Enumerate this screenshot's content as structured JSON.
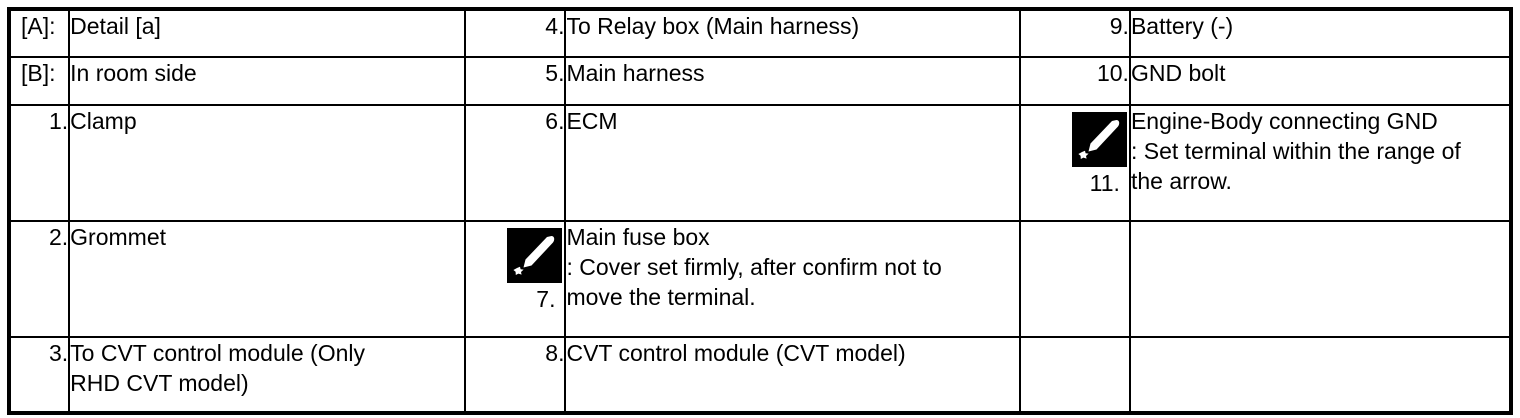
{
  "document": {
    "type": "parts-legend-table",
    "background_color": "#ffffff",
    "text_color": "#000000",
    "border_color": "#000000"
  },
  "icons": {
    "arrow_range": {
      "name": "black-arrow-range-icon",
      "description": "black square with white tapered arrow pointing up-right and small white dot at lower-left"
    }
  },
  "table": {
    "columns": 6,
    "rows": [
      {
        "col1_num": "[A]:",
        "col1_num_align": "left",
        "col1_text": [
          "Detail [a]"
        ],
        "col2_num": "4.",
        "col2_text": [
          "To Relay box (Main harness)"
        ],
        "col3_num": "9.",
        "col3_text": [
          "Battery (-)"
        ]
      },
      {
        "col1_num": "[B]:",
        "col1_num_align": "left",
        "col1_text": [
          "In room side"
        ],
        "col2_num": "5.",
        "col2_text": [
          "Main harness"
        ],
        "col3_num": "10.",
        "col3_text": [
          "GND bolt"
        ]
      },
      {
        "col1_num": "1.",
        "col1_text": [
          "Clamp"
        ],
        "col2_num": "6.",
        "col2_text": [
          "ECM"
        ],
        "col3_num": "11.",
        "col3_icon": "arrow_range",
        "col3_text": [
          "Engine-Body connecting GND",
          ": Set terminal within the range of",
          "the arrow."
        ]
      },
      {
        "col1_num": "2.",
        "col1_text": [
          "Grommet"
        ],
        "col2_num": "7.",
        "col2_icon": "arrow_range",
        "col2_text": [
          "Main fuse box",
          ": Cover set firmly, after confirm not to",
          "move the terminal."
        ],
        "col3_num": "",
        "col3_text": []
      },
      {
        "col1_num": "3.",
        "col1_text": [
          "To CVT control module (Only",
          "RHD CVT model)"
        ],
        "col2_num": "8.",
        "col2_text": [
          "CVT control module (CVT model)"
        ],
        "col3_num": "",
        "col3_text": []
      }
    ]
  }
}
